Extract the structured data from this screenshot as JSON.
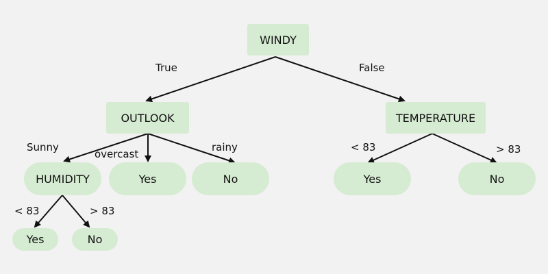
{
  "nodes": {
    "windy": "WINDY",
    "outlook": "OUTLOOK",
    "temperature": "TEMPERATURE",
    "humidity": "HUMIDITY",
    "outlook_overcast_leaf": "Yes",
    "outlook_rainy_leaf": "No",
    "temp_lt83_leaf": "Yes",
    "temp_gt83_leaf": "No",
    "humidity_lt83_leaf": "Yes",
    "humidity_gt83_leaf": "No"
  },
  "edge_labels": {
    "windy_true": "True",
    "windy_false": "False",
    "outlook_sunny": "Sunny",
    "outlook_overcast": "overcast",
    "outlook_rainy": "rainy",
    "temp_lt83": "< 83",
    "temp_gt83": "> 83",
    "humidity_lt83": "< 83",
    "humidity_gt83": "> 83"
  },
  "colors": {
    "node_fill": "#d6ecd2",
    "edge": "#111111",
    "background": "#f2f2f2"
  }
}
